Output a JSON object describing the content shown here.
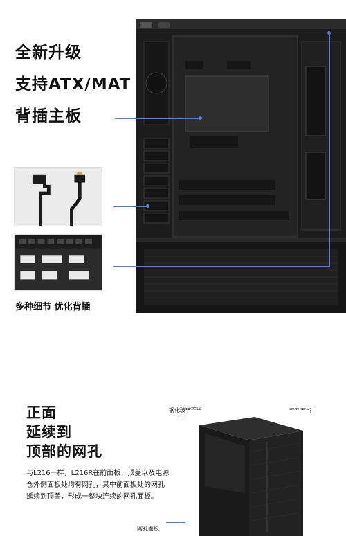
{
  "section1": {
    "headline_line1": "全新升级",
    "headline_line2": "支持ATX/MATX",
    "headline_line3": "背插主板",
    "thumb_caption": "多种细节  优化背插"
  },
  "section2": {
    "title_line1": "正面",
    "title_line2": "延续到",
    "title_line3": "顶部的网孔",
    "description": "与L216一样，L216R在前面板，顶盖以及电源仓外侧面板处均有网孔，其中前面板处的网孔延续到顶盖，形成一整块连续的网孔面板。",
    "label_glass": "钢化玻璃面板",
    "label_mesh_top": "网孔面板",
    "label_mesh_bottom": "网孔面板"
  },
  "colors": {
    "accent_line": "#5a7ad6",
    "case_dark": "#1b1b1b"
  }
}
